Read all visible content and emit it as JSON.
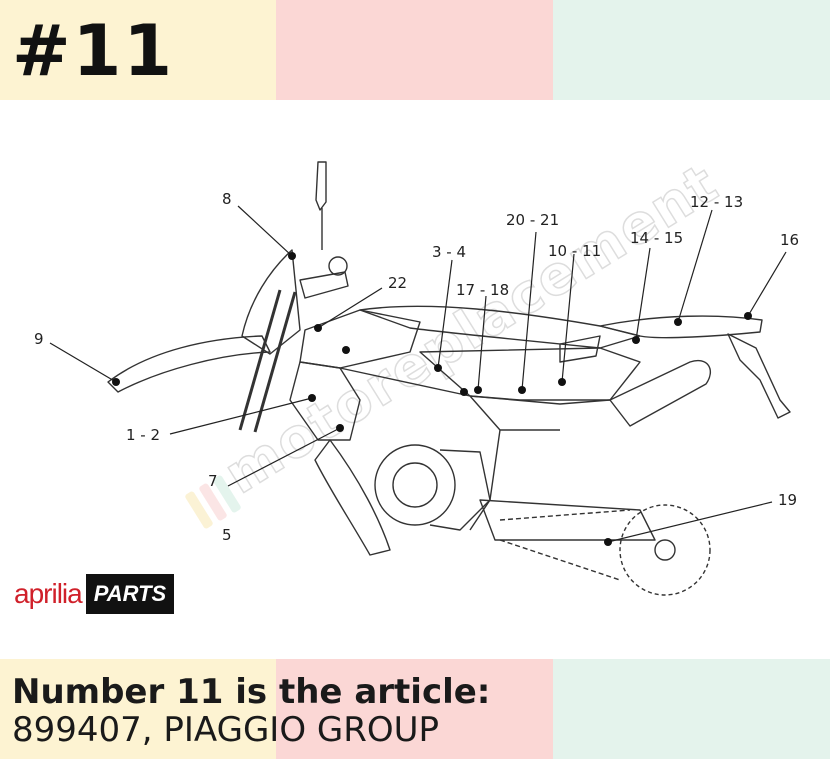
{
  "header": {
    "part_number": "#11"
  },
  "diagram": {
    "callouts": [
      "8",
      "9",
      "1 - 2",
      "3 - 4",
      "22",
      "17 - 18",
      "20 - 21",
      "10 - 11",
      "14 - 15",
      "12 - 13",
      "16",
      "7",
      "5",
      "19"
    ],
    "watermark": "motoreplacement"
  },
  "logo": {
    "brand": "aprilia",
    "suffix": "PARTS",
    "brand_color": "#d0202a"
  },
  "footer": {
    "heading": "Number 11 is the article:",
    "value": "899407, PIAGGIO GROUP"
  },
  "colors": {
    "band_yellow": "#fdf3d2",
    "band_pink": "#fbd7d5",
    "band_mint": "#e4f3ec"
  }
}
